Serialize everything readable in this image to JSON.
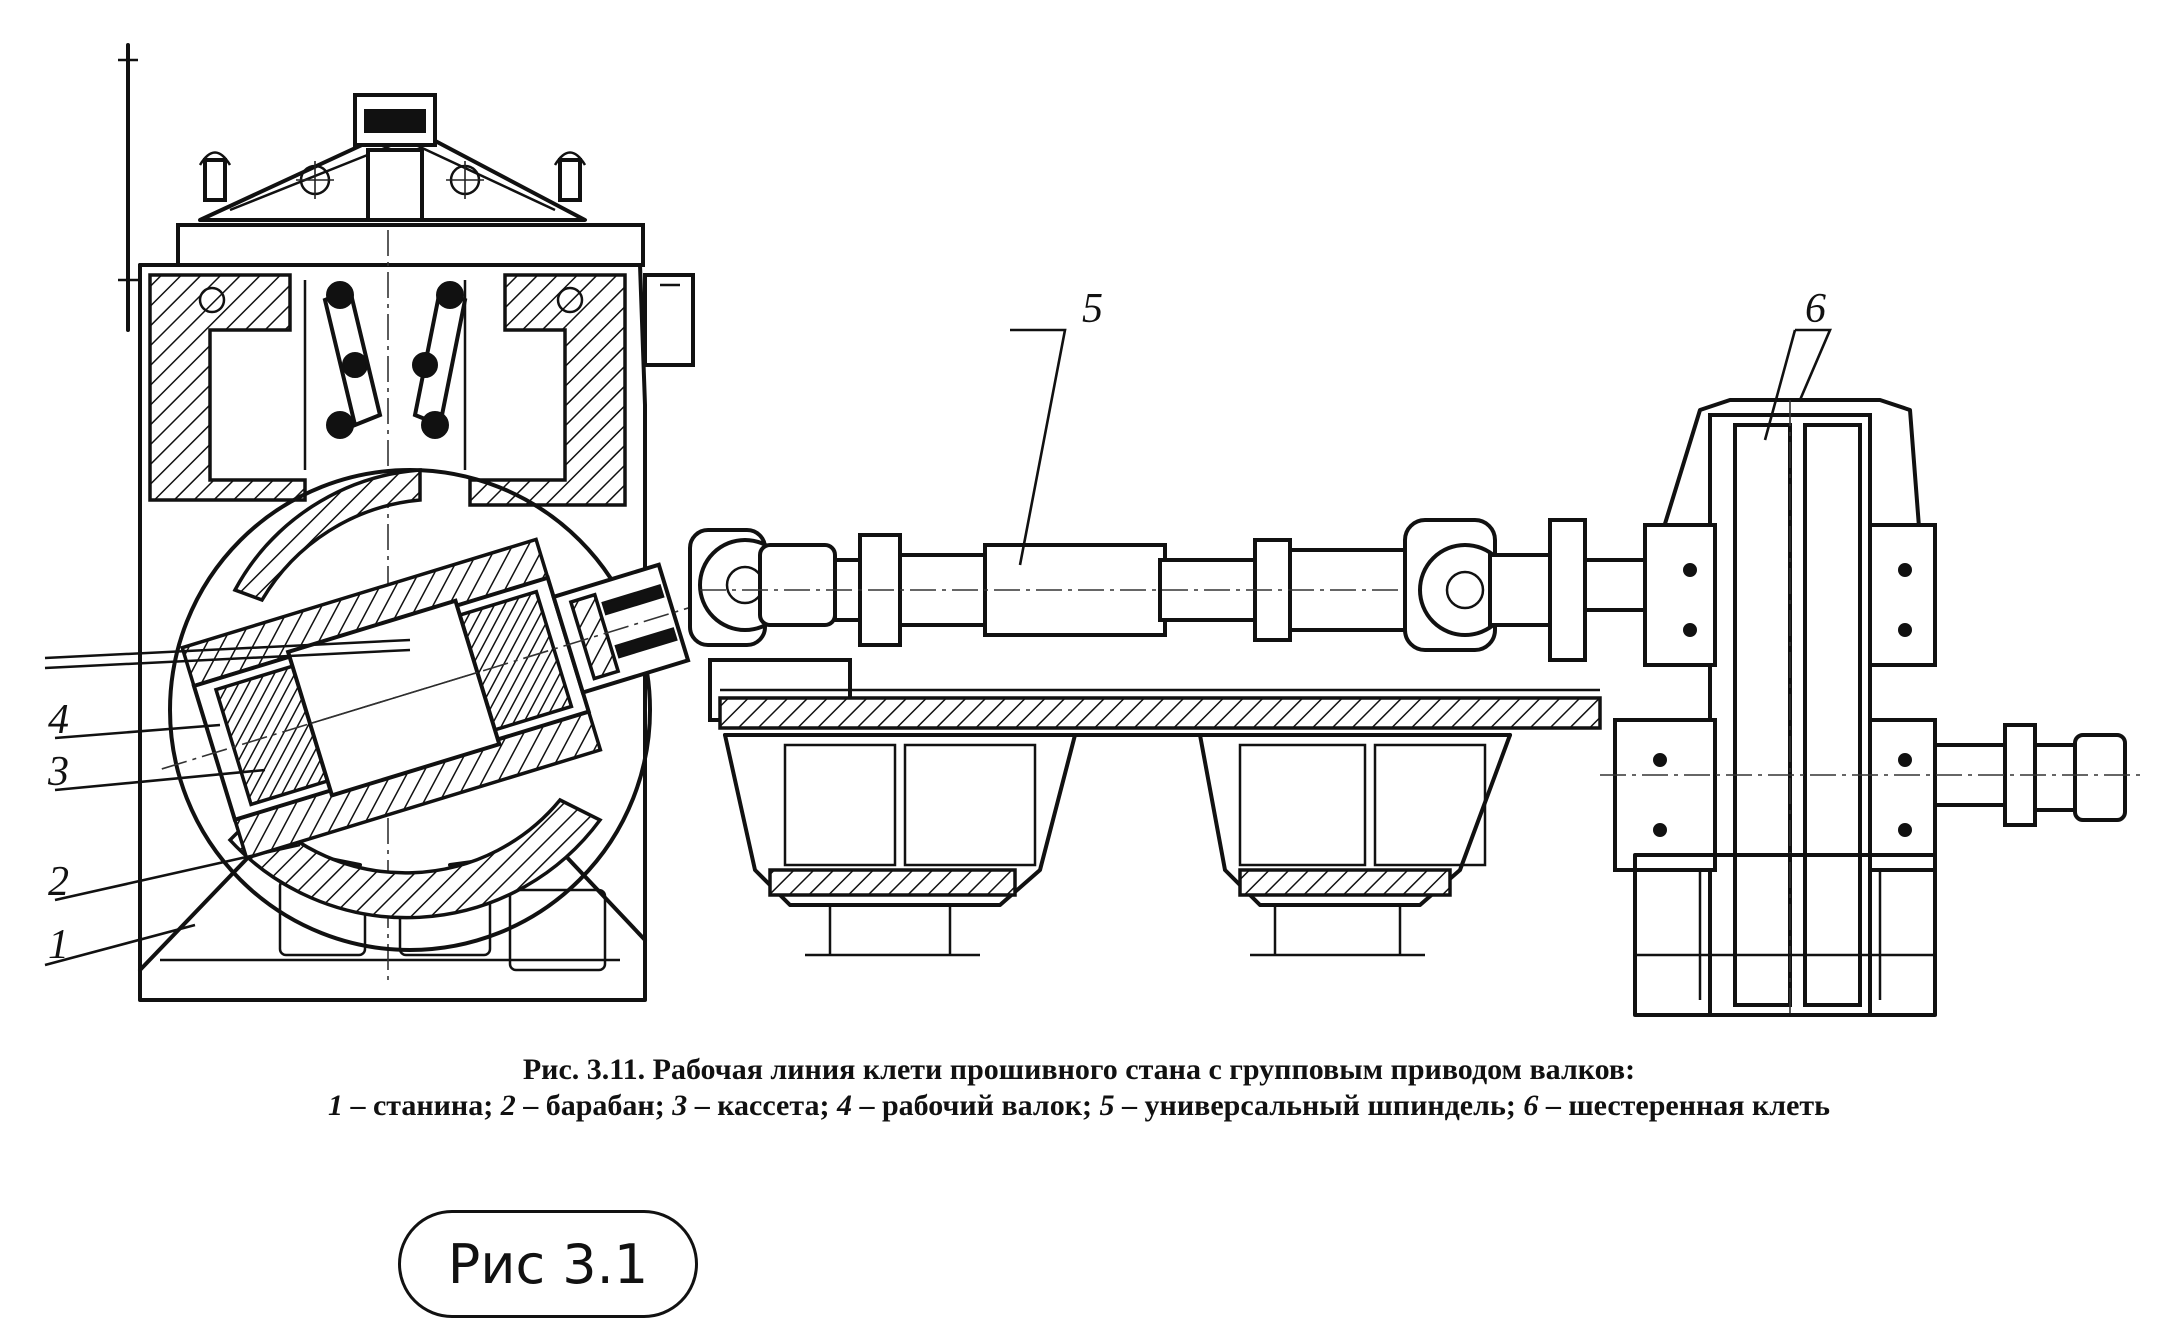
{
  "figure": {
    "callouts": [
      "1",
      "2",
      "3",
      "4",
      "5",
      "6"
    ],
    "caption_title": "Рис. 3.11. Рабочая линия клети прошивного стана с групповым приводом валков:",
    "legend": [
      {
        "num": "1",
        "text": "станина"
      },
      {
        "num": "2",
        "text": "барабан"
      },
      {
        "num": "3",
        "text": "кассета"
      },
      {
        "num": "4",
        "text": "рабочий валок"
      },
      {
        "num": "5",
        "text": "универсальный шпиндель"
      },
      {
        "num": "6",
        "text": "шестеренная клеть"
      }
    ],
    "handwritten_note": "Рис 3.1"
  }
}
